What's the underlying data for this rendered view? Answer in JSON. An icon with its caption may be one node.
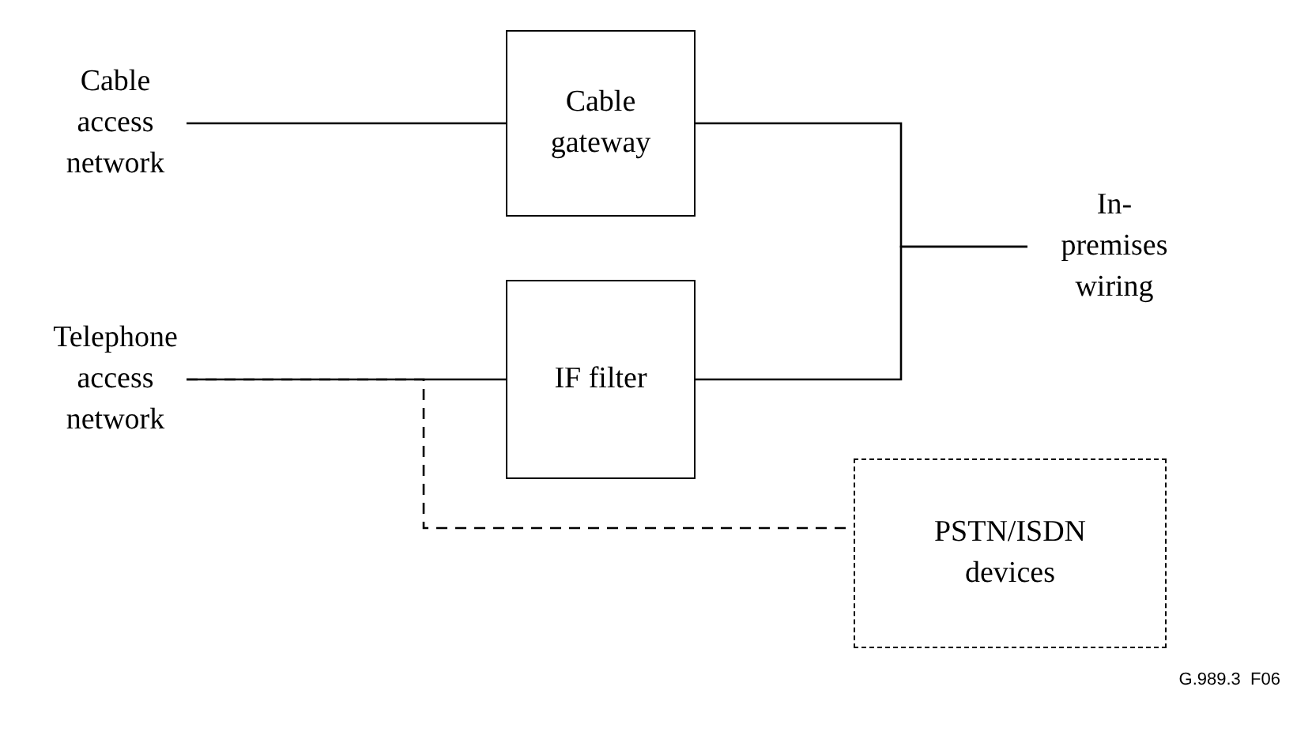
{
  "diagram": {
    "nodes": [
      {
        "text": [
          "Cable access network"
        ]
      },
      {
        "text": [
          "Cable gateway"
        ]
      },
      {
        "text": [
          "Telephone access network"
        ]
      },
      {
        "text": [
          "IF filter"
        ]
      },
      {
        "text": [
          "In-premises wiring"
        ]
      },
      {
        "text": [
          "PSTN/ISDN devices"
        ]
      }
    ],
    "edges": [
      {
        "from": 0,
        "to": 1,
        "arrow": "none"
      },
      {
        "from": 2,
        "to": 3,
        "arrow": "none"
      },
      {
        "from": 1,
        "to": 4,
        "arrow": "none"
      },
      {
        "from": 3,
        "to": 4,
        "arrow": "none"
      },
      {
        "from": 2,
        "to": 5,
        "arrow": "none",
        "style": "dashed"
      }
    ],
    "labels": [
      "G.989.3  F06"
    ]
  }
}
